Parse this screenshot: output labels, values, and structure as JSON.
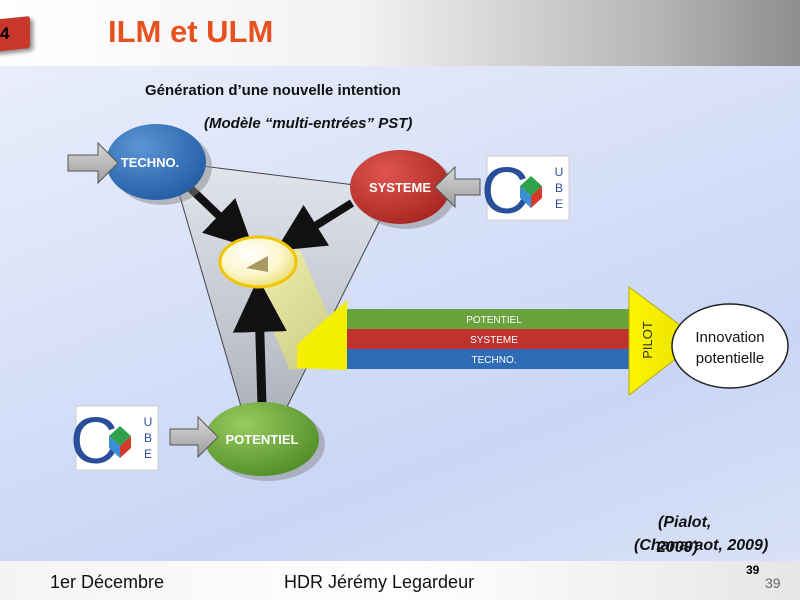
{
  "slide": {
    "number_tag": "4",
    "title": "ILM et ULM",
    "heading": "Génération d’une nouvelle intention",
    "subheading": "(Modèle “multi-entrées” PST)",
    "citation_line1": "(Pialot,",
    "citation_line2": "(Chanaraot, 2009)",
    "citation_overlap": "2009)",
    "page_small": "39"
  },
  "diagram": {
    "nodes": {
      "techno": "TECHNO.",
      "systeme": "SYSTEME",
      "potentiel": "POTENTIEL"
    },
    "bands": [
      "POTENTIEL",
      "SYSTEME",
      "TECHNO."
    ],
    "band_colors": [
      "#6aa33d",
      "#c0322e",
      "#2e6db5"
    ],
    "pilot_label": "PILOT",
    "outcome_line1": "Innovation",
    "outcome_line2": "potentielle",
    "logo_letters": [
      "C",
      "U",
      "B",
      "E"
    ]
  },
  "footer": {
    "date": "1er Décembre",
    "author": "HDR Jérémy Legardeur",
    "page": "39"
  },
  "colors": {
    "title": "#e8501f",
    "techno_node": "#2f6fb6",
    "systeme_node": "#c0322e",
    "potentiel_node": "#6aa33d",
    "pilot": "#f4ef00"
  }
}
